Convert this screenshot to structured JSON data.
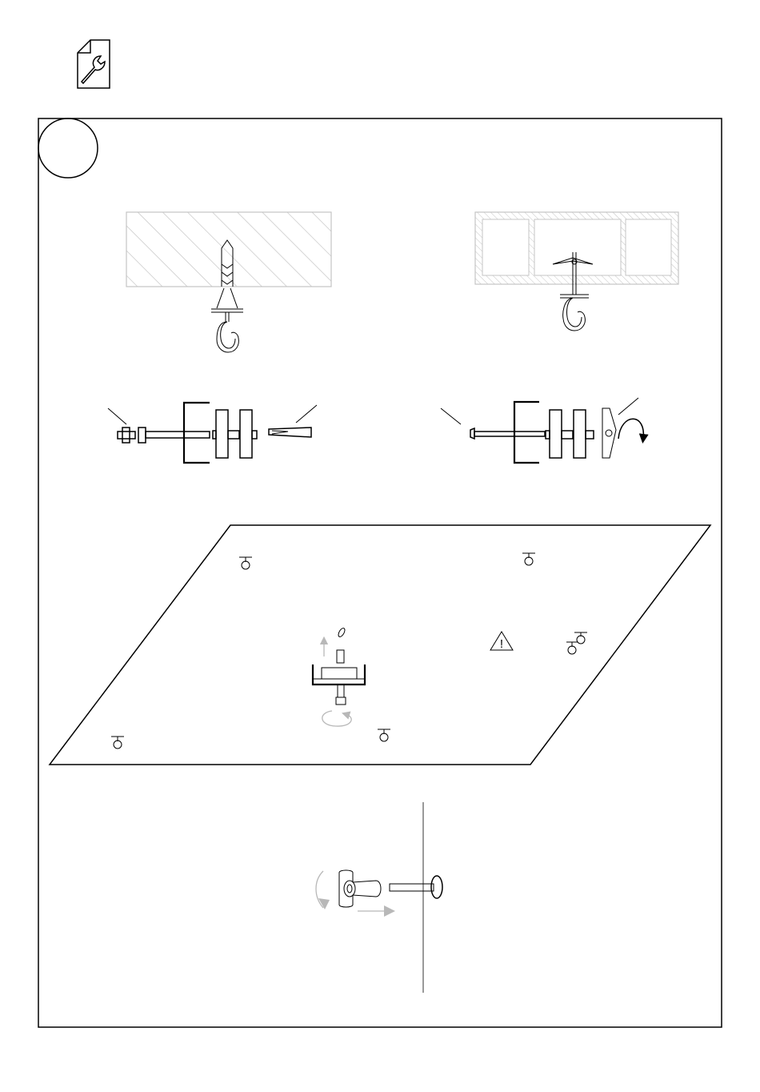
{
  "document": {
    "header_icon": "wrench-document-icon",
    "step_marker_icon": "step-circle",
    "panels": [
      {
        "id": "solid-ceiling-mount",
        "icon": "wall-plug-hook-icon"
      },
      {
        "id": "hollow-ceiling-mount",
        "icon": "toggle-bolt-hook-icon"
      },
      {
        "id": "expansion-anchor-assembly",
        "icon": "anchor-exploded-icon"
      },
      {
        "id": "toggle-bolt-assembly",
        "icon": "toggle-bolt-exploded-icon"
      },
      {
        "id": "ceiling-plate-layout",
        "icon": "ceiling-plate-icon"
      },
      {
        "id": "wing-nut-tightening",
        "icon": "wing-nut-icon"
      }
    ],
    "warning_icon": "warning-triangle-icon",
    "warning_symbol": "!",
    "colors": {
      "line": "#000000",
      "hatch": "#c4c4c4",
      "motion_arrow": "#b8b8b8",
      "background": "#ffffff"
    }
  }
}
